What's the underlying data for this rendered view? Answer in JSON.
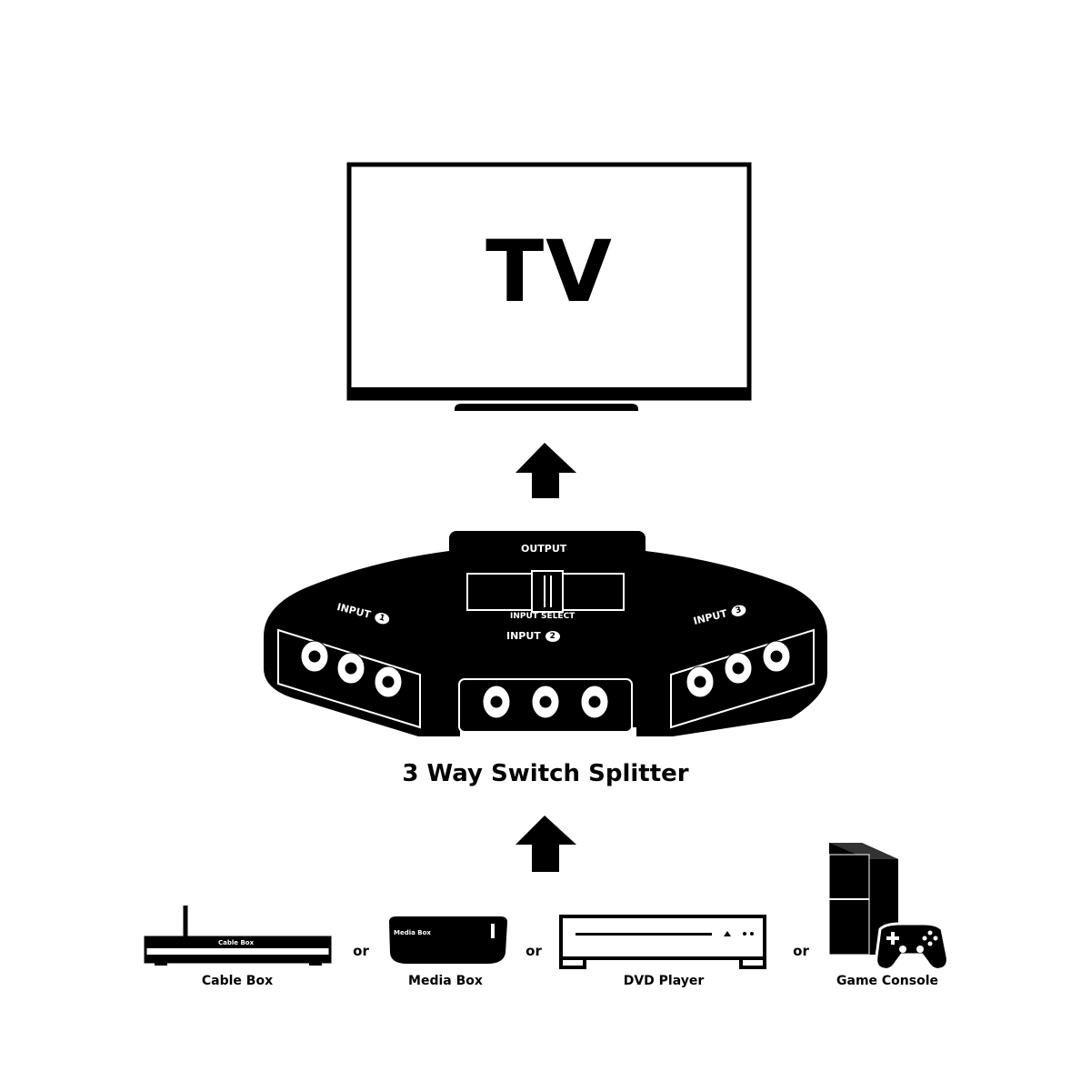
{
  "tv": {
    "label": "TV"
  },
  "splitter": {
    "title": "3 Way Switch Splitter",
    "output_label": "OUTPUT",
    "select_label": "INPUT SELECT",
    "inputs": [
      {
        "label": "INPUT",
        "number": "1"
      },
      {
        "label": "INPUT",
        "number": "2"
      },
      {
        "label": "INPUT",
        "number": "3"
      }
    ]
  },
  "connector": "or",
  "devices": [
    {
      "name": "Cable Box",
      "icon": "cable-box-icon",
      "face_text": "Cable Box"
    },
    {
      "name": "Media Box",
      "icon": "media-box-icon",
      "face_text": "Media Box"
    },
    {
      "name": "DVD Player",
      "icon": "dvd-player-icon"
    },
    {
      "name": "Game Console",
      "icon": "game-console-icon"
    }
  ]
}
